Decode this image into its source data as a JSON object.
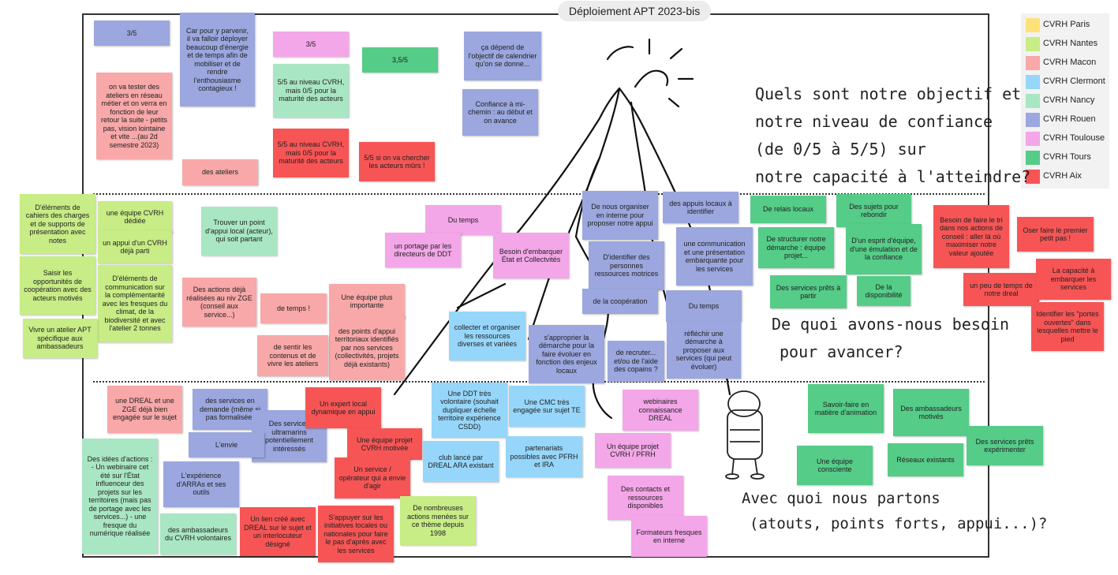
{
  "board": {
    "title": "Déploiement APT 2023-bis"
  },
  "legend": [
    {
      "label": "CVRH Paris",
      "color": "#fde27a"
    },
    {
      "label": "CVRH Nantes",
      "color": "#c8ec86"
    },
    {
      "label": "CVRH Macon",
      "color": "#f8a8a8"
    },
    {
      "label": "CVRH Clermont",
      "color": "#96d6fa"
    },
    {
      "label": "CVRH Nancy",
      "color": "#a9e6c3"
    },
    {
      "label": "CVRH Rouen",
      "color": "#9ba7de"
    },
    {
      "label": "CVRH Toulouse",
      "color": "#f3a6e8"
    },
    {
      "label": "CVRH Tours",
      "color": "#55cc88"
    },
    {
      "label": "CVRH Aix",
      "color": "#f75555"
    }
  ],
  "headings": {
    "objectif": [
      "Quels sont notre objectif et",
      "notre niveau de confiance",
      "(de 0/5 à 5/5) sur",
      "notre capacité à l'atteindre?"
    ],
    "besoin": [
      "De quoi avons-nous besoin",
      "pour avancer?"
    ],
    "partons": [
      "Avec quoi nous partons",
      "(atouts, points forts, appui...)?"
    ]
  },
  "notes": {
    "n1": "3/5",
    "n2": "Car pour y parvenir, il va falloir déployer beaucoup d'énergie et de temps afin de mobiliser et de rendre l'enthousiasme contagieux !",
    "n3": "on va tester des ateliers en réseau métier et on verra en fonction de leur retour la suite - petits pas, vision lointaine et vite ...(au 2d semestre 2023)",
    "n4": "des ateliers",
    "n5": "3/5",
    "n6": "5/5 au niveau CVRH, mais 0/5 pour la maturité des acteurs",
    "n7": "5/5 au niveau CVRH, mais 0/5 pour la maturité des acteurs",
    "n8": "5/5 si on va chercher les acteurs mûrs !",
    "n9": "3,5/5",
    "n10": "ça dépend de l'objectif de calendrier qu'on se donne...",
    "n11": "Confiance à mi-chemin : au début et on avance",
    "m1": "D'éléments de cahiers des charges et de supports de présentation avec notes",
    "m2": "une équipe CVRH dédiée",
    "m3": "un appui d'un CVRH déjà parti",
    "m4": "D'éléments de communication sur la complémentarité avec les fresques du climat, de la biodiversité et avec l'atelier 2 tonnes",
    "m5": "Saisir les opportunités de coopération avec des acteurs motivés",
    "m6": "Vivre un atelier APT spécifique aux ambassadeurs",
    "m7": "Trouver un point d'appui local (acteur), qui soit partant",
    "m8": "Des actions déjà réalisées au niv ZGE (conseil aux service...)",
    "m9": "de temps !",
    "m10": "Une équipe plus importante",
    "m11": "des points d'appui territoriaux identifiés par nos services (collectivités, projets déjà existants)",
    "m12": "de sentir les contenus et de vivre les ateliers",
    "m13": "Du temps",
    "m14": "un portage par les directeurs de DDT",
    "m15": "Besoin d'embarquer État et Collectvités",
    "m16": "collecter et organiser les ressources diverses et variées",
    "m17": "s'approprier la démarche pour la faire évoluer en fonction des enjeux locaux",
    "m18": "De nous organiser en interne pour proposer notre appui",
    "m19": "D'identifier des personnes ressources motrices",
    "m20": "de la coopération",
    "m21": "de recruter... et/ou de l'aide des copains ?",
    "m22": "des appuis locaux à identifier",
    "m23": "une communication et une présentation embarquante pour les services",
    "m24": "Du temps",
    "m25": "réfléchir une démarche à proposer aux services (qui peut évoluer)",
    "m26": "De relais locaux",
    "m27": "Des sujets pour rebondir",
    "m28": "De structurer notre démarche : équipe projet...",
    "m29": "D'un esprit d'équipe, d'une émulation et de la confiance",
    "m30": "Des services prêts à partir",
    "m31": "De la disponibilité",
    "m32": "Besoin de faire le tri dans nos actions de conseil : aller là où maximiser notre valeur ajoutée",
    "m33": "Oser faire le premier petit pas !",
    "m34": "un peu de temps de notre dreal",
    "m35": "La capacité à embarquer les services",
    "m36": "Identifier les \"portes ouvertes\" dans lesquelles mettre le pied",
    "b1": "une DREAL et une ZGE déjà bien engagée sur le sujet",
    "b2": "des services en demande (même si pas formalisée)",
    "b3": "Des services ultramarins potentiellement intéressés",
    "b4": "L'envie",
    "b5": "Des idées d'actions : - Un webinaire cet été sur l'État influenceur des projets sur les territoires (mais pas de portage avec les services...) - une fresque du numérique réalisée",
    "b6": "L'expérience d'ARRAs et ses outils",
    "b7": "des ambassadeurs du CVRH volontaires",
    "b8": "Un expert local dynamique en appui",
    "b9": "Une équipe projet CVRH motivée",
    "b10": "Un service / opérateur qui a envie d'agir",
    "b11": "Un lien créé avec DREAL sur le sujet et un interlocuteur désigné",
    "b12": "S'appuyer sur les initiatives locales ou nationales pour faire le pas d'après avec les services",
    "b13": "De nombreuses actions menées sur ce thème depuis 1998",
    "b14": "Une DDT très volontaire (souhait dupliquer échelle territoire expérience CSDD)",
    "b15": "Une CMC très engagée sur sujet TE",
    "b16": "club lancé par DREAL ARA existant",
    "b17": "partenariats possibles avec PFRH et IRA",
    "b18": "webinaires connaissance DREAL",
    "b19": "Un équipe projet CVRH / PFRH",
    "b20": "Des contacts et ressources disponibles",
    "b21": "Formateurs fresques en interne",
    "b22": "Savoir-faire en matière d'animation",
    "b23": "Des ambassadeurs motivés",
    "b24": "Des services prêts expérimenter",
    "b25": "Une équipe consciente",
    "b26": "Réseaux existants"
  }
}
